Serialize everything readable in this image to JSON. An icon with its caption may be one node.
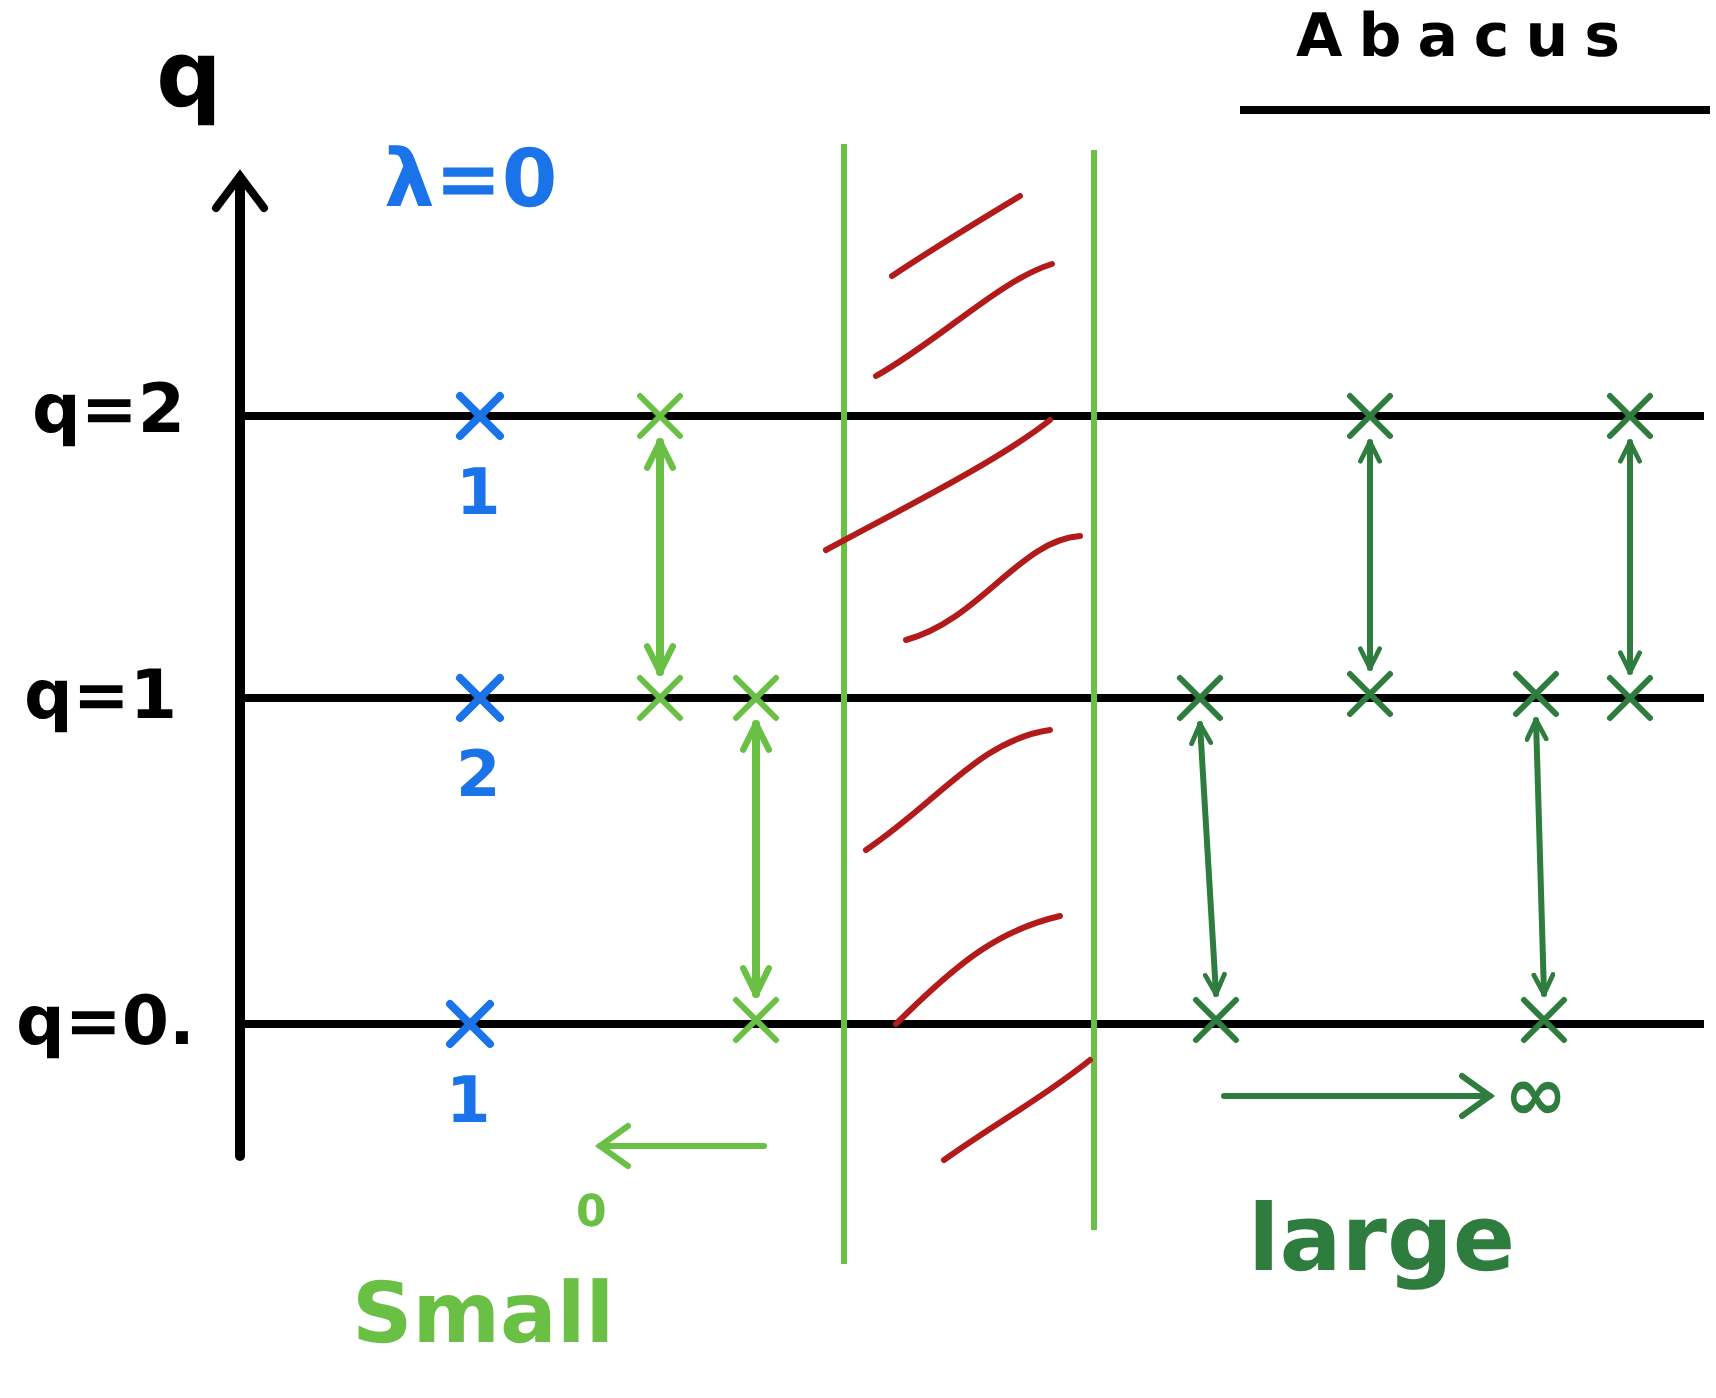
{
  "diagram": {
    "title": "Abacus",
    "nodes": [
      {
        "text": [],
        "shape": "cross",
        "beside": [
          "1"
        ]
      },
      {
        "text": [],
        "shape": "cross",
        "beside": [
          "2"
        ]
      },
      {
        "text": [],
        "shape": "cross",
        "beside": [
          "1"
        ]
      },
      {
        "text": [],
        "shape": "cross"
      },
      {
        "text": [],
        "shape": "cross"
      },
      {
        "text": [],
        "shape": "cross"
      },
      {
        "text": [],
        "shape": "cross"
      },
      {
        "text": [],
        "shape": "cross"
      },
      {
        "text": [],
        "shape": "cross"
      },
      {
        "text": [],
        "shape": "cross"
      },
      {
        "text": [],
        "shape": "cross"
      },
      {
        "text": [],
        "shape": "cross"
      },
      {
        "text": [],
        "shape": "cross"
      },
      {
        "text": [],
        "shape": "cross"
      },
      {
        "text": [],
        "shape": "cross"
      }
    ],
    "edges": [
      {
        "from": 3,
        "to": 4,
        "arrow": "both",
        "color": "#6abf45"
      },
      {
        "from": 5,
        "to": 6,
        "arrow": "both",
        "color": "#6abf45"
      },
      {
        "from": 7,
        "to": 8,
        "arrow": "both"
      },
      {
        "from": 9,
        "to": 10,
        "arrow": "both"
      },
      {
        "from": 11,
        "to": 12,
        "arrow": "both"
      },
      {
        "from": 13,
        "to": 14,
        "arrow": "both"
      }
    ],
    "labels": [
      "q",
      "λ=0",
      "q=2",
      "q=1",
      "q=0.",
      "0",
      "∞",
      "Small",
      "large"
    ]
  }
}
